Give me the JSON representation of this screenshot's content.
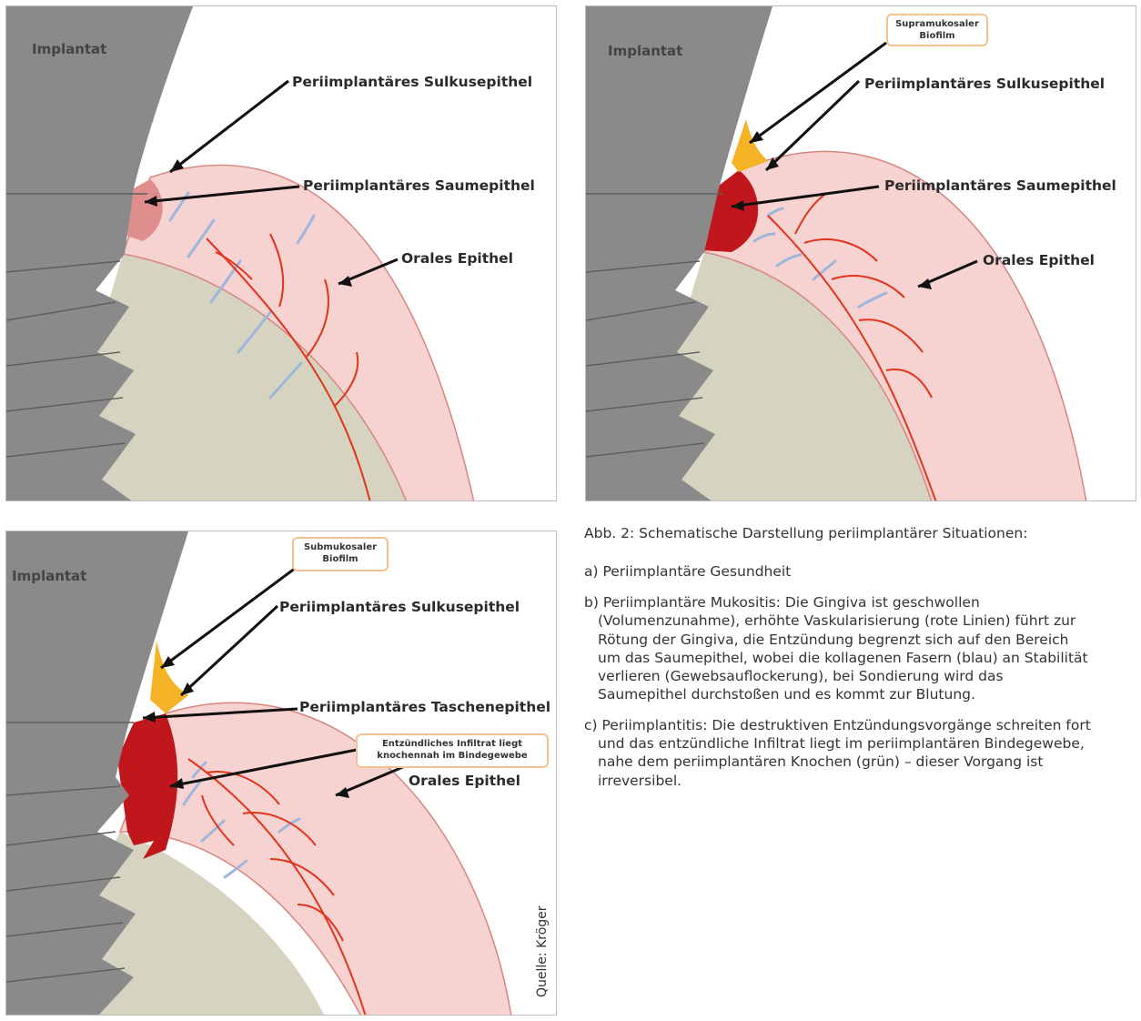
{
  "panel_a": {
    "implant_label": "Implantat",
    "labels": {
      "sulcus": "Periimplantäres Sulkusepithel",
      "junctional": "Periimplantäres Saumepithel",
      "oral": "Orales Epithel"
    }
  },
  "panel_b": {
    "implant_label": "Implantat",
    "callout": "Supramukosaler Biofilm",
    "labels": {
      "sulcus": "Periimplantäres Sulkusepithel",
      "junctional": "Periimplantäres Saumepithel",
      "oral": "Orales Epithel"
    }
  },
  "panel_c": {
    "implant_label": "Implantat",
    "callout": "Submukosaler Biofilm",
    "labels": {
      "sulcus": "Periimplantäres Sulkusepithel",
      "pocket": "Periimplantäres Taschenepithel",
      "infiltrate": "Entzündliches Infiltrat liegt knochennah im Bindegewebe",
      "oral": "Orales Epithel"
    }
  },
  "caption": {
    "title": "Abb. 2: Schematische Darstellung periimplantärer Situationen:",
    "item_a": "a) Periimplantäre Gesundheit",
    "item_b": "b) Periimplantäre Mukositis: Die Gingiva ist geschwollen (Volumenzunahme), erhöhte Vaskularisierung (rote Linien) führt zur Rötung der Gingiva, die Entzündung begrenzt sich auf den Bereich um das Saumepithel, wobei die kollagenen Fasern (blau) an Stabilität verlieren (Gewebsauflockerung), bei Sondierung wird das Saumepithel durchstoßen und es kommt zur Blutung.",
    "item_c": "c) Periimplantitis: Die destruktiven Entzündungsvorgänge schreiten fort und das entzündliche Infiltrat liegt im periimplantären Bindegewebe, nahe dem periimplantären Knochen (grün) – dieser Vorgang ist irreversibel."
  },
  "credit": "Quelle: Kröger",
  "colors": {
    "implant": "#8a8a8a",
    "bone": "#d6d4c0",
    "gingiva": "#f6d2d0",
    "inflamed": "#c0171c",
    "biofilm": "#f4b324",
    "vessels": "#e0341d",
    "fibers": "#9fb6dc"
  }
}
